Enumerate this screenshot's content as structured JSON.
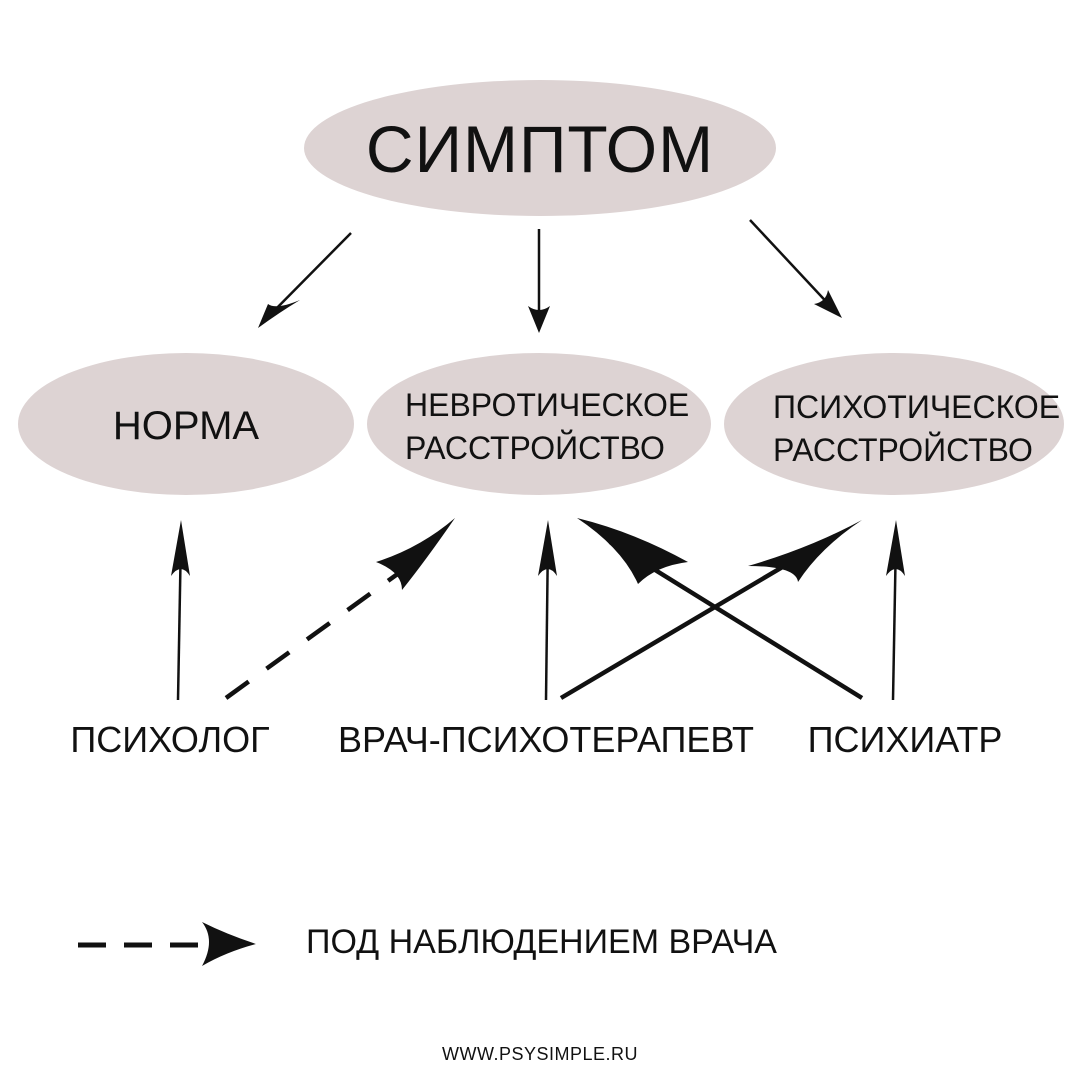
{
  "diagram": {
    "top_node": "СИМПТОМ",
    "nodes": {
      "norm": "НОРМА",
      "neurotic_line1": "НЕВРОТИЧЕСКОЕ",
      "neurotic_line2": "РАССТРОЙСТВО",
      "psychotic_line1": "ПСИХОТИЧЕСКОЕ",
      "psychotic_line2": "РАССТРОЙСТВО"
    },
    "roles": {
      "psychologist": "ПСИХОЛОГ",
      "psychotherapist": "ВРАЧ-ПСИХОТЕРАПЕВТ",
      "psychiatrist": "ПСИХИАТР"
    },
    "legend": {
      "dashed_meaning": "ПОД НАБЛЮДЕНИЕМ ВРАЧА"
    },
    "footer": "WWW.PSYSIMPLE.RU",
    "colors": {
      "ellipse_fill": "#ddd3d3",
      "line": "#111111",
      "background": "#ffffff"
    }
  }
}
